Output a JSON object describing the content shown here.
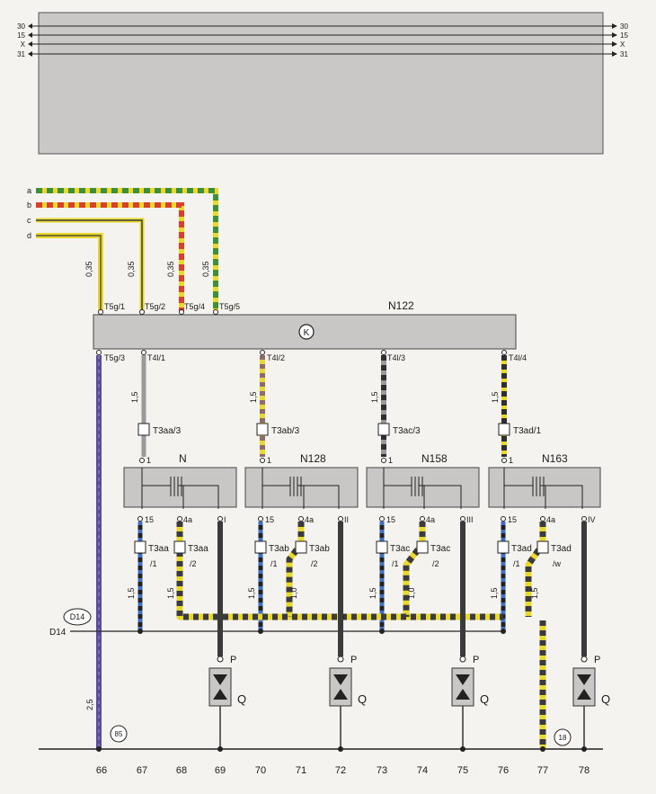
{
  "rails": {
    "left": [
      "30",
      "15",
      "X",
      "31"
    ],
    "right": [
      "30",
      "15",
      "X",
      "31"
    ]
  },
  "input_wires": [
    "a",
    "b",
    "c",
    "d"
  ],
  "gauges": {
    "input": [
      "0,35",
      "0,35",
      "0,35",
      "0,35"
    ],
    "out": [
      "1,5",
      "1,5",
      "1,5",
      "1,5"
    ],
    "bottom_15": [
      "1,5",
      "1,5",
      "1,5",
      "1,5"
    ],
    "bottom_4a": [
      "1,5",
      "1,0",
      "1,0",
      "1,5"
    ],
    "ground": "2,5"
  },
  "module": {
    "name": "N122",
    "symbol": "K"
  },
  "module_top_pins": [
    "T5g/1",
    "T5g/2",
    "T5g/4",
    "T5g/5"
  ],
  "module_bottom_pins": [
    "T5g/3",
    "T4l/1",
    "T4l/2",
    "T4l/3",
    "T4l/4"
  ],
  "units": [
    {
      "name": "N",
      "conn_top": "T3aa/3",
      "pin_top": "1",
      "pin_15": "15",
      "pin_4a": "4a",
      "pin_out": "I",
      "conn_15": "T3aa",
      "conn_15_sub": "/1",
      "conn_4a": "T3aa",
      "conn_4a_sub": "/2"
    },
    {
      "name": "N128",
      "conn_top": "T3ab/3",
      "pin_top": "1",
      "pin_15": "15",
      "pin_4a": "4a",
      "pin_out": "II",
      "conn_15": "T3ab",
      "conn_15_sub": "/1",
      "conn_4a": "T3ab",
      "conn_4a_sub": "/2"
    },
    {
      "name": "N158",
      "conn_top": "T3ac/3",
      "pin_top": "1",
      "pin_15": "15",
      "pin_4a": "4a",
      "pin_out": "III",
      "conn_15": "T3ac",
      "conn_15_sub": "/1",
      "conn_4a": "T3ac",
      "conn_4a_sub": "/2"
    },
    {
      "name": "N163",
      "conn_top": "T3ad/1",
      "pin_top": "1",
      "pin_15": "15",
      "pin_4a": "4a",
      "pin_out": "IV",
      "conn_15": "T3ad",
      "conn_15_sub": "/1",
      "conn_4a": "T3ad",
      "conn_4a_sub": "/w"
    }
  ],
  "plugs": {
    "pin": "P",
    "device": "Q"
  },
  "bus": {
    "label": "D14",
    "marker": "D14"
  },
  "ground_markers": [
    "85",
    "18"
  ],
  "bottom_numbers": [
    "66",
    "67",
    "68",
    "69",
    "70",
    "71",
    "72",
    "73",
    "74",
    "75",
    "76",
    "77",
    "78"
  ],
  "colors": {
    "wire_yellow": "#e9d92c",
    "wire_green": "#3f8f3a",
    "wire_red": "#d8402c",
    "wire_purple": "#5b4aa0",
    "wire_blue": "#3f6fc4",
    "wire_dark": "#3b3b3b",
    "wire_grey": "#9a9a9a",
    "box_fill": "#c8c7c5"
  }
}
